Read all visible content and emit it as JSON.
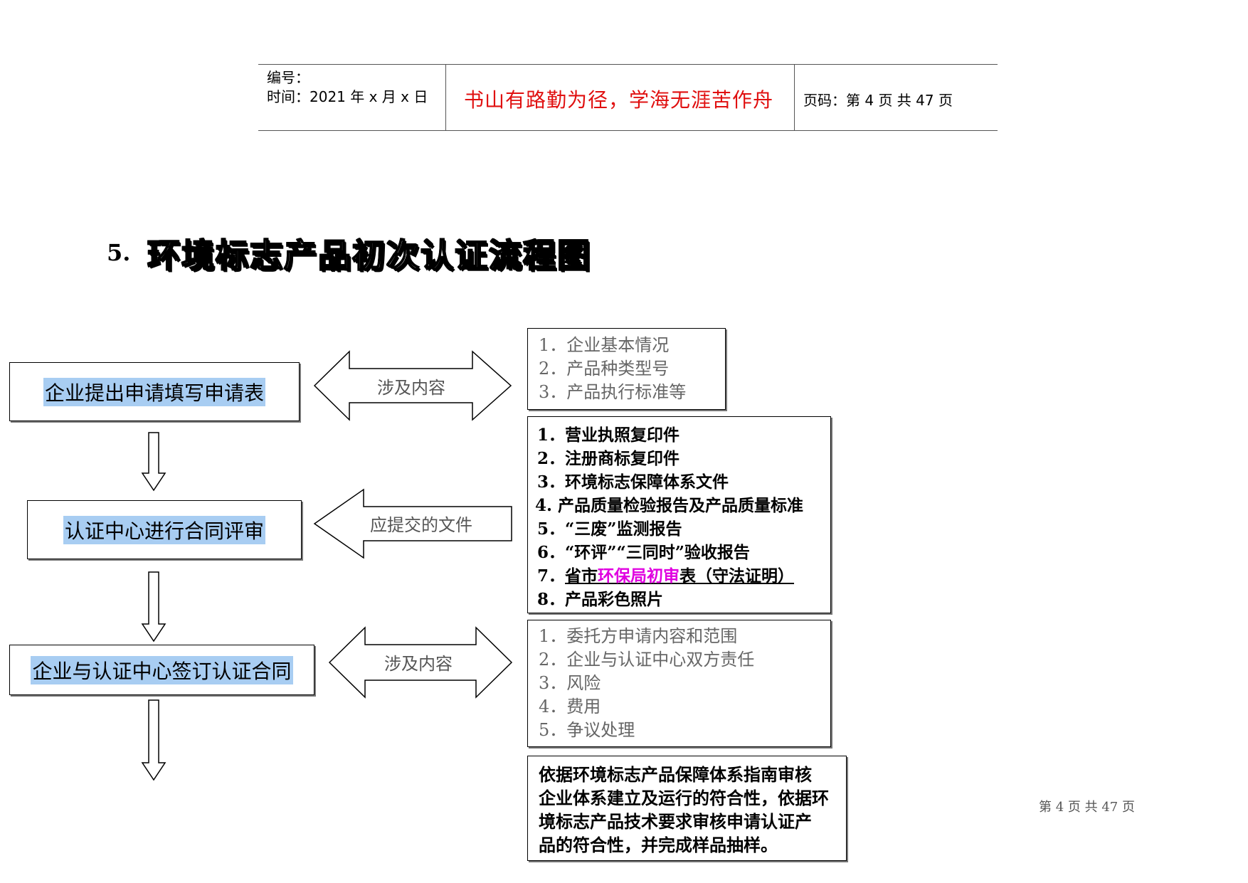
{
  "header": {
    "number_label": "编号：",
    "date_label": "时间：2021 年 x 月 x 日",
    "motto": "书山有路勤为径，学海无涯苦作舟",
    "page_info": "页码：第 4 页  共 47 页"
  },
  "title": {
    "number": "5.",
    "text": "环境标志产品初次认证流程图"
  },
  "steps": [
    "企业提出申请填写申请表",
    "认证中心进行合同评审",
    "企业与认证中心签订认证合同"
  ],
  "arrows": {
    "involves_1": "涉及内容",
    "documents": "应提交的文件",
    "involves_2": "涉及内容"
  },
  "box_application": [
    "1．企业基本情况",
    "2．产品种类型号",
    "3．产品执行标准等"
  ],
  "box_documents": {
    "items": [
      "1．营业执照复印件",
      "2．注册商标复印件",
      "3．环境标志保障体系文件",
      "4. 产品质量检验报告及产品质量标准",
      "5．“三废”监测报告",
      "6．“环评”“三同时”验收报告"
    ],
    "item7_prefix": "7．",
    "item7_part1": "省市",
    "item7_highlight": "环保局初审",
    "item7_part2": "表（守法证明）",
    "item8": "8．产品彩色照片"
  },
  "box_contract": [
    "1．委托方申请内容和范围",
    "2．企业与认证中心双方责任",
    "3．风险",
    "4．费用",
    "5．争议处理"
  ],
  "box_audit": [
    "依据环境标志产品保障体系指南审核",
    "企业体系建立及运行的符合性，依据环",
    "境标志产品技术要求审核申请认证产",
    "品的符合性，并完成样品抽样。"
  ],
  "footer": {
    "page": "第 4 页 共 47 页"
  }
}
